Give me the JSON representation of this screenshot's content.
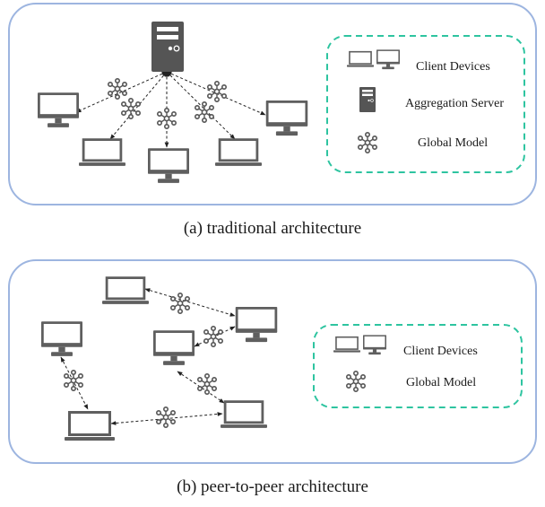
{
  "panels": [
    {
      "caption": "(a)  traditional architecture",
      "legend": [
        {
          "icon": "client-devices-icon",
          "label": "Client Devices"
        },
        {
          "icon": "server-icon",
          "label": "Aggregation Server"
        },
        {
          "icon": "global-model-icon",
          "label": "Global Model"
        }
      ]
    },
    {
      "caption": "(b)  peer-to-peer architecture",
      "legend": [
        {
          "icon": "client-devices-icon",
          "label": "Client Devices"
        },
        {
          "icon": "global-model-icon",
          "label": "Global Model"
        }
      ]
    }
  ],
  "colors": {
    "frame": "#9db5e0",
    "legend_border": "#2ec4a0",
    "device": "#5f5f5f",
    "arrow": "#222222"
  }
}
